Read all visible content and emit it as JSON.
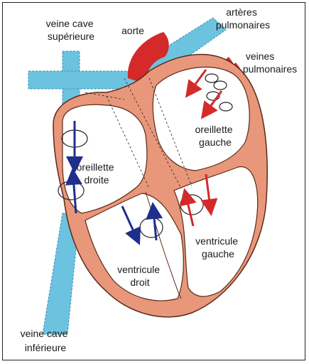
{
  "labels": {
    "veine_cave_superieure": [
      "veine cave",
      "supérieure"
    ],
    "aorte": "aorte",
    "arteres_pulmonaires": [
      "artères",
      "pulmonaires"
    ],
    "veines_pulmonaires": [
      "veines",
      "pulmonaires"
    ],
    "oreillette_gauche": [
      "oreillette",
      "gauche"
    ],
    "oreillette_droite": [
      "oreillette",
      "droite"
    ],
    "ventricule_gauche": [
      "ventricule",
      "gauche"
    ],
    "ventricule_droit": [
      "ventricule",
      "droit"
    ],
    "veine_cave_inferieure": [
      "veine cave",
      "inférieure"
    ]
  },
  "colors": {
    "heart_wall": "#e8977a",
    "wall_outline": "#5a2a1a",
    "vessel_blue": "#6cc3df",
    "aorta_red": "#d42a2a",
    "deoxygenated_arrow": "#1f2f8c",
    "oxygenated_arrow": "#d42a2a",
    "chamber_fill": "#ffffff"
  }
}
